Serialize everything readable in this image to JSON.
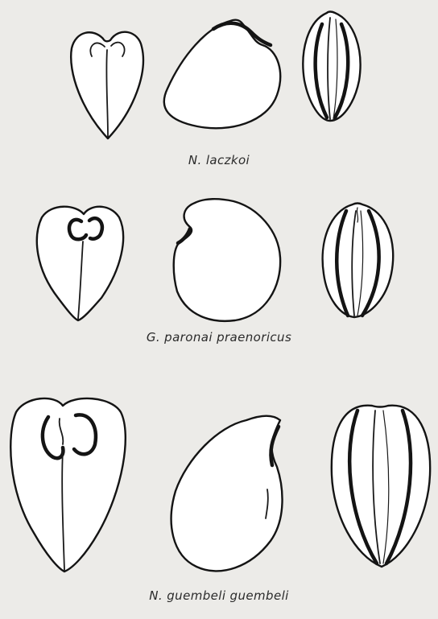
{
  "captions": {
    "row1": "N. laczkoi",
    "row2": "G. paronai praenoricus",
    "row3": "N. guembeli guembeli"
  }
}
